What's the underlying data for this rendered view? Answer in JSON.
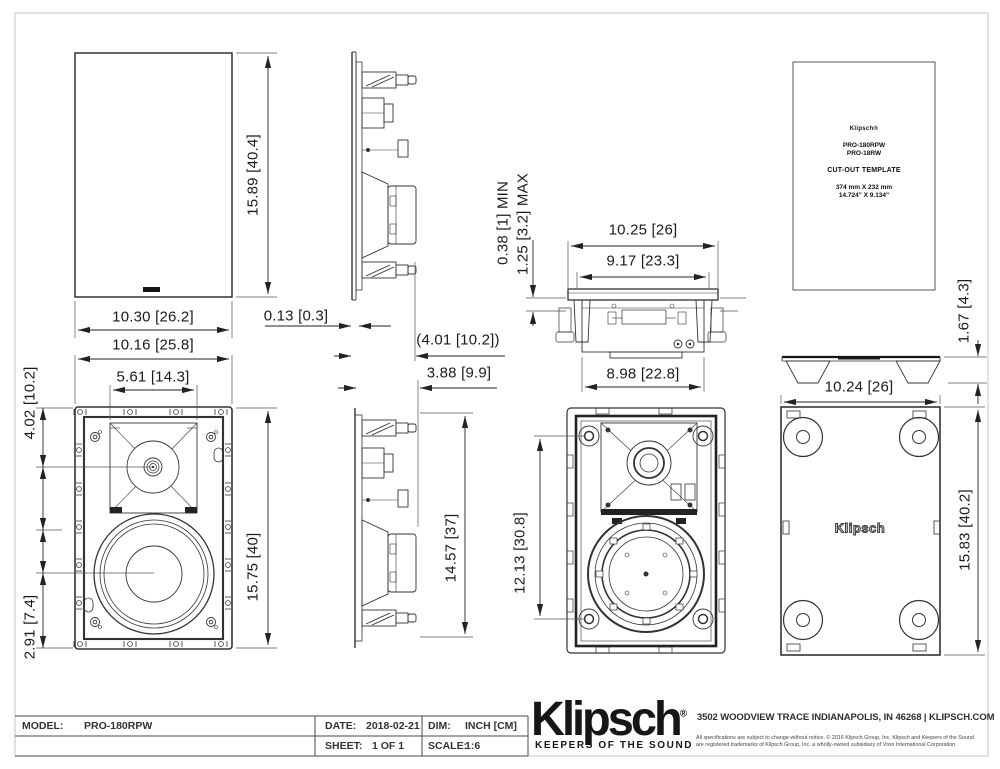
{
  "dims": {
    "grille_height": "15.89 [40.4]",
    "grille_width": "10.30 [26.2]",
    "grille_thickness": "0.13 [0.3]",
    "overall_depth": "(4.01 [10.2])",
    "mounting_depth": "3.88 [9.9]",
    "wall_min": "0.38 [1] MIN",
    "wall_max": "1.25 [3.2] MAX",
    "top_overall_width": "10.25 [26]",
    "top_cutout_width": "9.17 [23.3]",
    "top_body_width": "8.98 [22.8]",
    "template_saddle_depth": "1.67 [4.3]",
    "back_width": "10.24 [26]",
    "back_height": "15.83 [40.2]",
    "front_width": "10.16 [25.8]",
    "tweeter_width": "5.61 [14.3]",
    "tweeter_offset": "4.02 [10.2]",
    "woofer_offset": "2.91 [7.4]",
    "front_height": "15.75 [40]",
    "side_body_height": "14.57 [37]",
    "clamp_spacing": "12.13 [30.8]"
  },
  "cutout_template": {
    "brand": "Klipsch®",
    "model_1": "PRO-180RPW",
    "model_2": "PRO-18RW",
    "title": "CUT-OUT TEMPLATE",
    "size_mm": "374 mm X 232 mm",
    "size_in": "14.724\" X 9.134\""
  },
  "title_block": {
    "model_label": "MODEL:",
    "model_value": "PRO-180RPW",
    "date_label": "DATE:",
    "date_value": "2018-02-21",
    "dim_label": "DIM:",
    "dim_value": "INCH [CM]",
    "sheet_label": "SHEET:",
    "sheet_value": "1 OF 1",
    "scale_label": "SCALE:",
    "scale_value": "1:6"
  },
  "footer": {
    "logo": "Klipsch",
    "logo_reg": "®",
    "tagline": "KEEPERS OF THE SOUND",
    "address": "3502 WOODVIEW TRACE INDIANAPOLIS, IN 46268 |  KLIPSCH.COM",
    "legal": "All specifications are subject to change without notice. © 2016 Klipsch Group, Inc. Klipsch and Keepers of the Sound are registered trademarks of Klipsch Group, Inc. a wholly-owned subsidiary of Voxx International Corporation."
  },
  "back_view": {
    "logo": "Klipsch"
  }
}
